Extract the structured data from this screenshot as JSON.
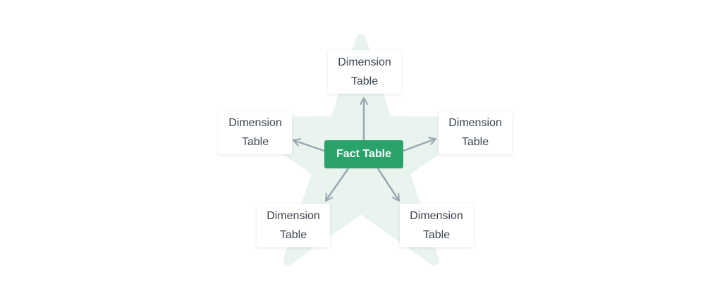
{
  "diagram": {
    "center": {
      "label": "Fact Table"
    },
    "dimensions": [
      {
        "line1": "Dimension",
        "line2": "Table"
      },
      {
        "line1": "Dimension",
        "line2": "Table"
      },
      {
        "line1": "Dimension",
        "line2": "Table"
      },
      {
        "line1": "Dimension",
        "line2": "Table"
      },
      {
        "line1": "Dimension",
        "line2": "Table"
      }
    ]
  },
  "colors": {
    "fact_fill": "#2aa36b",
    "star_fill": "#eaf4ef",
    "arrow": "#9aa6b1",
    "dimension_text": "#3c4650"
  }
}
